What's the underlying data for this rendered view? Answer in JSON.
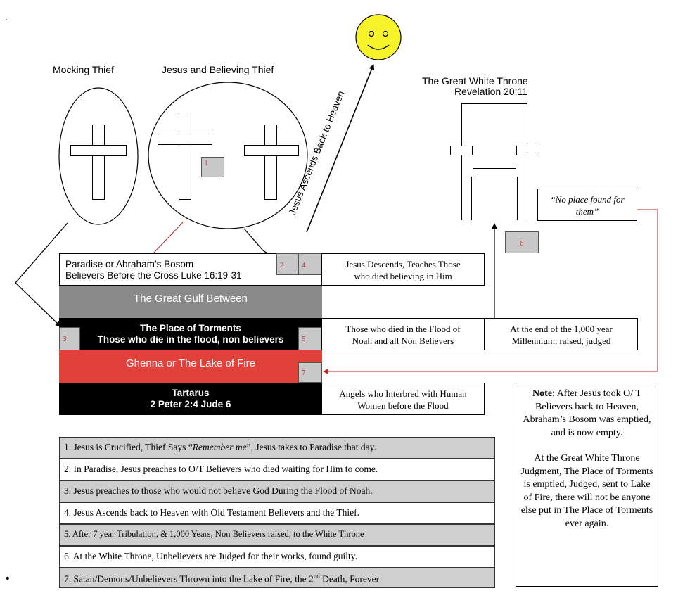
{
  "stray_dot": ".",
  "labels": {
    "mocking_thief": "Mocking Thief",
    "jesus_believing_thief": "Jesus and Believing Thief",
    "ascends": "Jesus Ascends Back to Heaven",
    "white_throne_title": "The Great White Throne",
    "white_throne_ref": "Revelation 20:11"
  },
  "no_place": {
    "line1": "“No place found for",
    "line2": "them”"
  },
  "markers": {
    "m1": "1",
    "m2": "2",
    "m3": "3",
    "m4": "4",
    "m5": "5",
    "m6": "6",
    "m7": "7"
  },
  "paradise": {
    "line1": "Paradise   or Abraham’s Bosom",
    "line2": "Believers Before the Cross Luke 16:19-31"
  },
  "gulf": "The Great Gulf Between",
  "torments": {
    "line1": "The Place of Torments",
    "line2": "Those who die in the flood, non believers"
  },
  "ghenna": "Ghenna or The Lake of Fire",
  "tartarus": {
    "line1": "Tartarus",
    "line2": "2 Peter 2:4 Jude 6"
  },
  "side_boxes": {
    "descends": {
      "line1": "Jesus Descends, Teaches Those",
      "line2": "who died believing in Him"
    },
    "flood": {
      "line1": "Those who died in the Flood of",
      "line2": "Noah and all Non Believers"
    },
    "millennium": {
      "line1": "At the end of the 1,000 year",
      "line2": "Millennium, raised, judged"
    },
    "angels": {
      "line1": "Angels who Interbred with Human",
      "line2": "Women before the Flood"
    }
  },
  "note": {
    "heading": "Note",
    "para1": ":  After Jesus took O/ T Believers back to Heaven, Abraham’s Bosom was emptied, and is now empty.",
    "para2": "At the Great White Throne Judgment, The Place of Torments is emptied, Judged, sent to Lake of Fire, there will not be anyone else put in The Place of Torments ever again."
  },
  "list": {
    "item1": {
      "before": "1. Jesus is Crucified, Thief Says “",
      "emph": "Remember me",
      "after": "”, Jesus takes to Paradise that day."
    },
    "item2": "2. In Paradise, Jesus preaches to O/T Believers who died waiting for Him to come.",
    "item3": "3. Jesus preaches to those who would not believe God During the Flood of Noah.",
    "item4": "4. Jesus Ascends back to Heaven with Old Testament  Believers and the Thief.",
    "item5": "5. After 7 year Tribulation, & 1,000 Years, Non Believers raised, to the White Throne",
    "item6": "6. At the White Throne, Unbelievers are Judged for their works, found guilty.",
    "item7": {
      "before": "7. Satan/Demons/Unbelievers Thrown into the Lake of Fire, the 2",
      "sup": "nd",
      "after": " Death, Forever"
    }
  },
  "bullet": "•",
  "colors": {
    "fire_red": "#e2403a",
    "gulf_gray": "#8a8a8a",
    "black": "#000000",
    "marker_red": "#b3262a",
    "row_gray": "#cfcfcf",
    "smiley_yellow": "#f7f32a"
  }
}
